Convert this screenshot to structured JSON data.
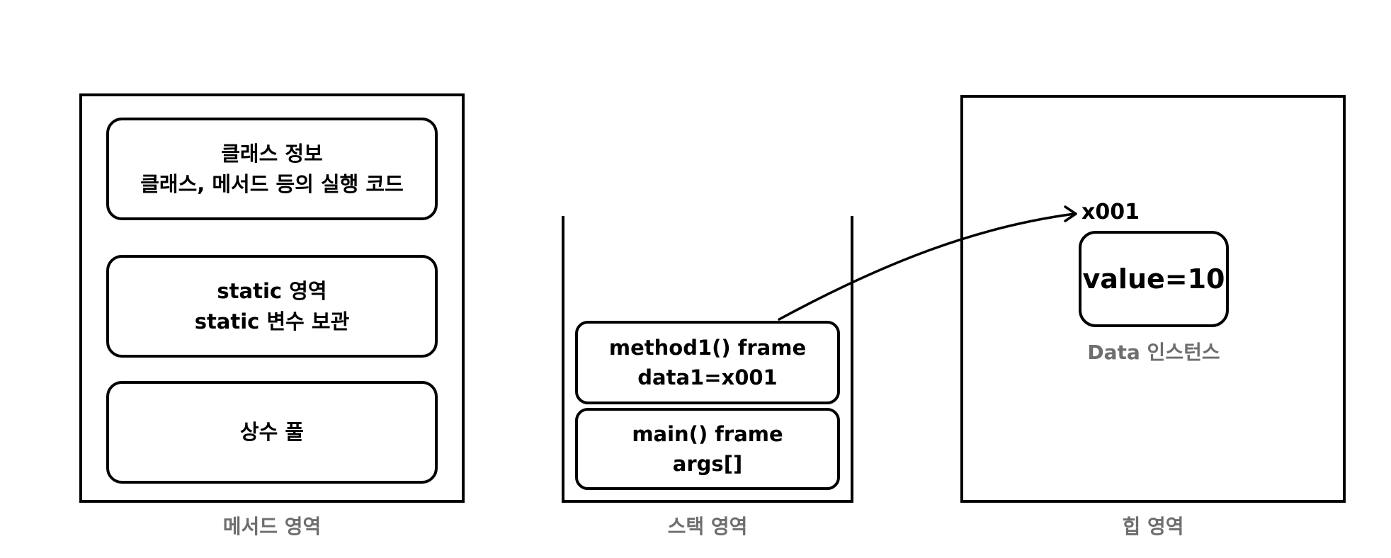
{
  "method_area": {
    "caption": "메서드 영역",
    "class_info": {
      "line1": "클래스 정보",
      "line2": "클래스, 메서드 등의 실행 코드"
    },
    "static_area": {
      "line1": "static 영역",
      "line2": "static 변수 보관"
    },
    "constant_pool": {
      "line1": "상수 풀"
    }
  },
  "stack_area": {
    "caption": "스택 영역",
    "frames": [
      {
        "line1": "method1() frame",
        "line2": "data1=x001"
      },
      {
        "line1": "main() frame",
        "line2": "args[]"
      }
    ]
  },
  "heap_area": {
    "caption": "힙 영역",
    "reference_label": "x001",
    "instance": {
      "value_text": "value=10",
      "caption": "Data 인스턴스"
    }
  },
  "colors": {
    "stroke": "#000000",
    "caption_gray": "#6e6e6e",
    "background": "#ffffff"
  }
}
